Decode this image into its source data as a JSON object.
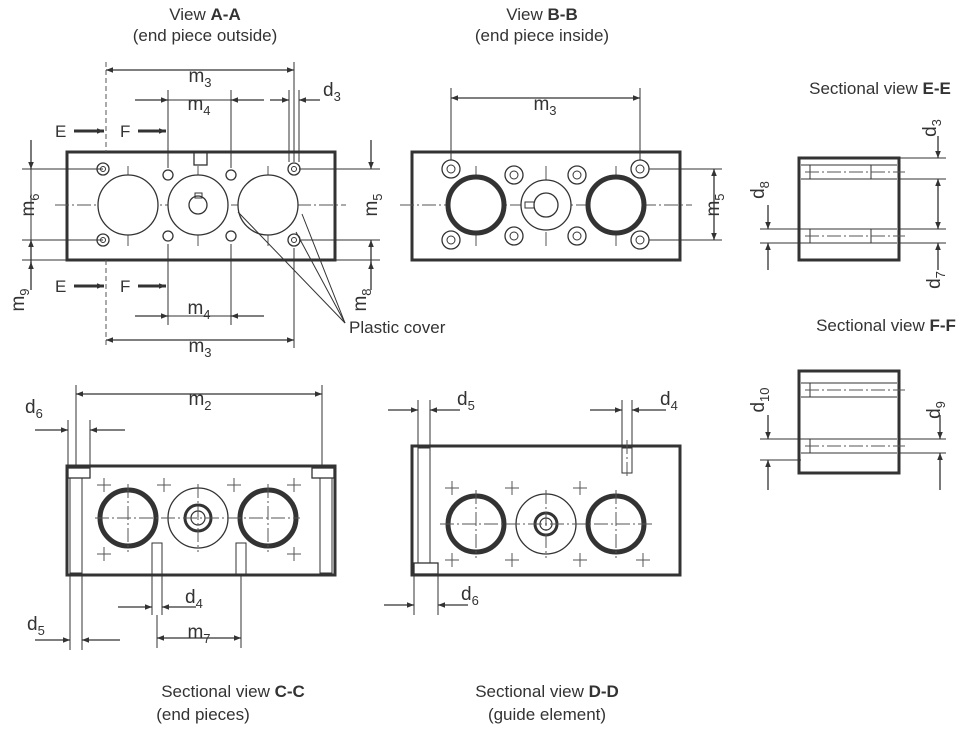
{
  "views": {
    "aa": {
      "prefix": "View ",
      "code": "A-A",
      "sub": "(end piece outside)"
    },
    "bb": {
      "prefix": "View ",
      "code": "B-B",
      "sub": "(end piece inside)"
    },
    "ee": {
      "prefix": "Sectional view ",
      "code": "E-E"
    },
    "ff": {
      "prefix": "Sectional view ",
      "code": "F-F"
    },
    "cc": {
      "prefix": "Sectional view ",
      "code": "C-C",
      "sub": "(end pieces)"
    },
    "dd": {
      "prefix": "Sectional view ",
      "code": "D-D",
      "sub": "(guide element)"
    }
  },
  "annotations": {
    "plastic_cover": "Plastic cover"
  },
  "section_markers": {
    "e": "E",
    "f": "F"
  },
  "dims": {
    "m": "m",
    "d": "d",
    "s2": "2",
    "s3": "3",
    "s4": "4",
    "s5": "5",
    "s6": "6",
    "s7": "7",
    "s8": "8",
    "s9": "9",
    "s10": "10"
  }
}
